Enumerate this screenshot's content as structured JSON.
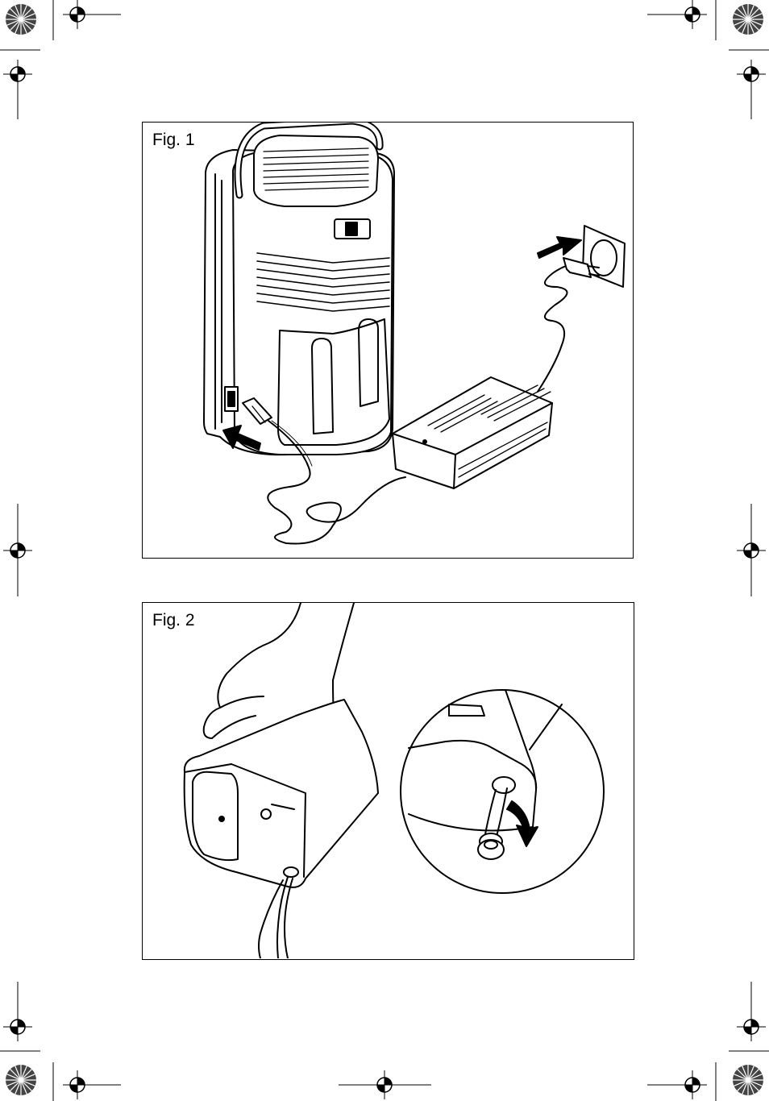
{
  "figures": [
    {
      "label": "Fig. 1",
      "icon": "dehumidifier-power-connection-illustration"
    },
    {
      "label": "Fig. 2",
      "icon": "tank-drain-hose-illustration"
    }
  ],
  "print_marks": {
    "icon": "registration-crosshair-icon",
    "color_bar_icon": "starburst-calibration-icon"
  },
  "colors": {
    "ink": "#000000",
    "paper": "#ffffff"
  }
}
